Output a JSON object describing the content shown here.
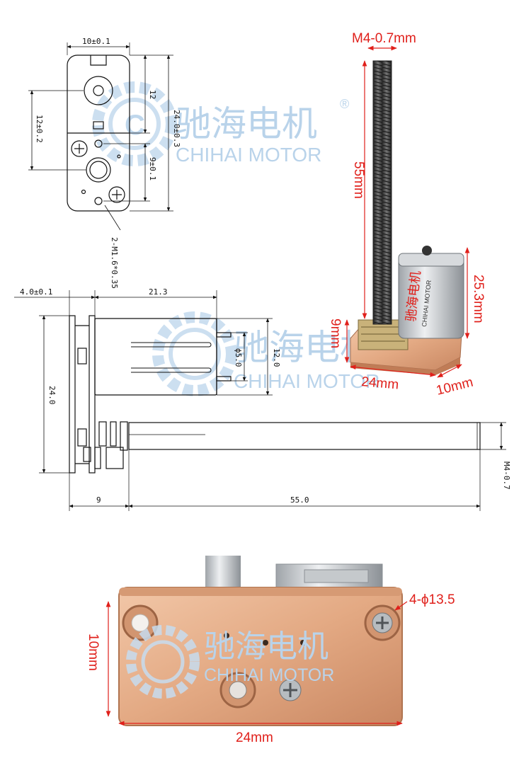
{
  "watermark": {
    "brand_cn": "驰海电机",
    "brand_en": "CHIHAI MOTOR",
    "registered": "®",
    "color": "#b9d3ea"
  },
  "front_view": {
    "width_dim": "10±0.1",
    "upper_gap_dim": "12",
    "height_dim": "24.0±0.3",
    "pitch_dim": "12±0.2",
    "lower_dim": "9±0.1",
    "screw_note": "2-M1.6*0.35"
  },
  "side_view": {
    "plate_dim": "4.0±0.1",
    "motor_len_dim": "21.3",
    "height_dim": "24.0",
    "shaft_dia_dim": "ϕ5.0",
    "motor_dia_dim": "12.0",
    "gearbox_len_dim": "9",
    "rod_len_dim": "55.0",
    "thread_dim": "M4-0.7"
  },
  "photo_top": {
    "thread_label": "M4-0.7mm",
    "rod_length_label": "55mm",
    "motor_height_label": "25.3mm",
    "gear_height_label": "9mm",
    "base_length_label": "24mm",
    "base_width_label": "10mm",
    "motor_print_cn": "驰海电机",
    "motor_print_en": "CHIHAI MOTOR",
    "label_color": "#e0201b"
  },
  "photo_bottom": {
    "holes_label": "4-ϕ13.5",
    "height_label": "10mm",
    "width_label": "24mm"
  }
}
